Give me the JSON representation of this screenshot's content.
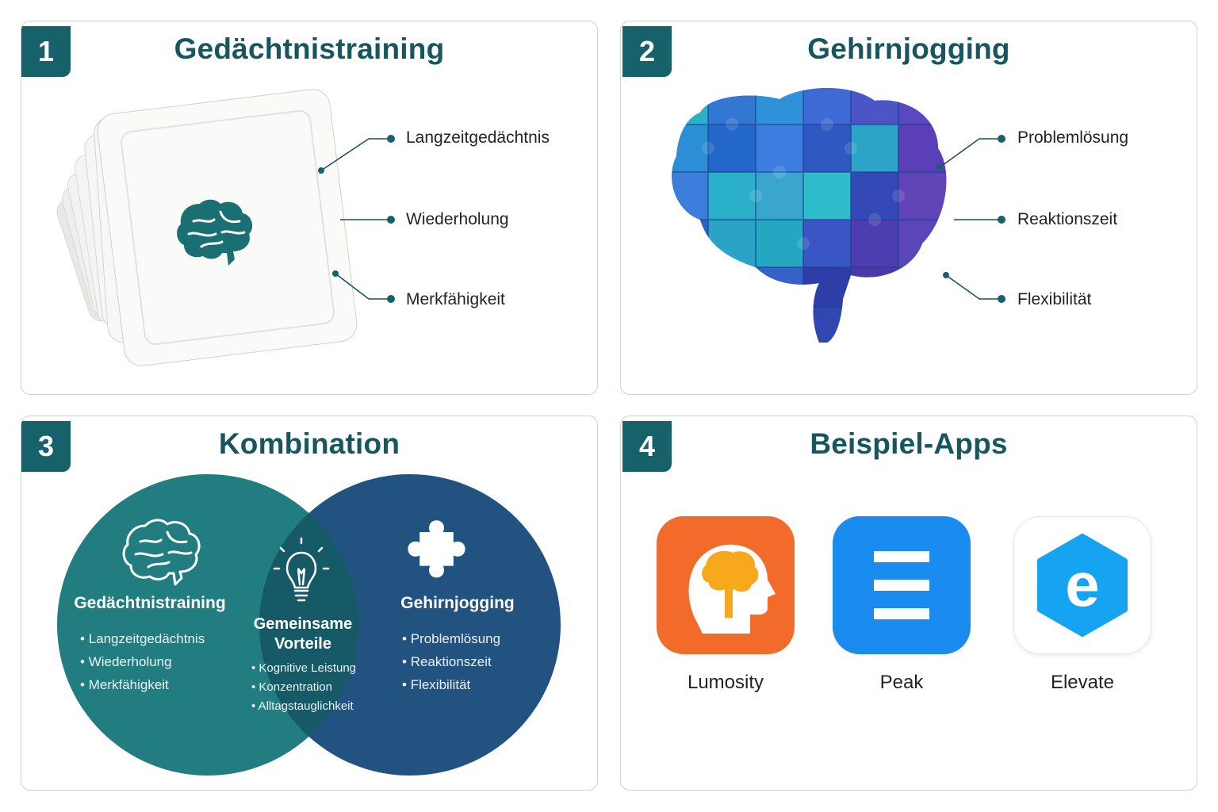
{
  "panels": [
    {
      "number": "1",
      "title": "Gedächtnistraining",
      "callouts": [
        "Langzeitgedächtnis",
        "Wiederholung",
        "Merkfähigkeit"
      ]
    },
    {
      "number": "2",
      "title": "Gehirnjogging",
      "callouts": [
        "Problemlösung",
        "Reaktionszeit",
        "Flexibilität"
      ]
    },
    {
      "number": "3",
      "title": "Kombination",
      "venn": {
        "left": {
          "heading": "Gedächtnistraining",
          "items": [
            "Langzeitgedächtnis",
            "Wiederholung",
            "Merkfähigkeit"
          ]
        },
        "middle": {
          "heading_line1": "Gemeinsame",
          "heading_line2": "Vorteile",
          "items": [
            "Kognitive Leistung",
            "Konzentration",
            "Alltagstauglichkeit"
          ]
        },
        "right": {
          "heading": "Gehirnjogging",
          "items": [
            "Problemlösung",
            "Reaktionszeit",
            "Flexibilität"
          ]
        }
      }
    },
    {
      "number": "4",
      "title": "Beispiel-Apps",
      "apps": [
        {
          "name": "Lumosity",
          "icon": "head-brain-icon"
        },
        {
          "name": "Peak",
          "icon": "three-bars-icon"
        },
        {
          "name": "Elevate",
          "icon": "hexagon-e-icon",
          "glyph": "e"
        }
      ]
    }
  ],
  "colors": {
    "teal_dark": "#16616a",
    "title": "#17565f",
    "venn_left": "#227d80",
    "venn_right": "#22527f",
    "venn_overlap": "#165a68",
    "lumosity_bg": "#f26b2b",
    "lumosity_brain": "#f8a81b",
    "peak_bg": "#1a8cf0",
    "elevate_hex": "#16a3f2"
  }
}
